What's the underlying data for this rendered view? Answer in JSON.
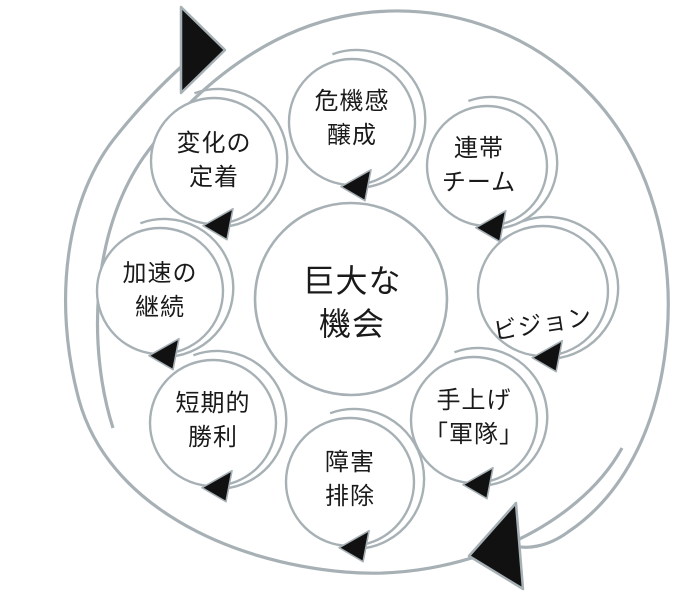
{
  "background_color": "#ffffff",
  "stroke_color": "#a7b1b5",
  "arrow_color": "#111111",
  "text_color": "#1a1a1a",
  "center": {
    "label": "巨大な\n機会"
  },
  "nodes": [
    {
      "id": "urgency",
      "label": "危機感\n醸成"
    },
    {
      "id": "coalition",
      "label": "連帯\nチーム"
    },
    {
      "id": "vision",
      "label": "ビジョン"
    },
    {
      "id": "volunteer-army",
      "label": "手上げ\n「軍隊」"
    },
    {
      "id": "barriers",
      "label": "障害\n排除"
    },
    {
      "id": "short-term-wins",
      "label": "短期的\n勝利"
    },
    {
      "id": "acceleration",
      "label": "加速の\n継続"
    },
    {
      "id": "institute-change",
      "label": "変化の\n定着"
    }
  ]
}
